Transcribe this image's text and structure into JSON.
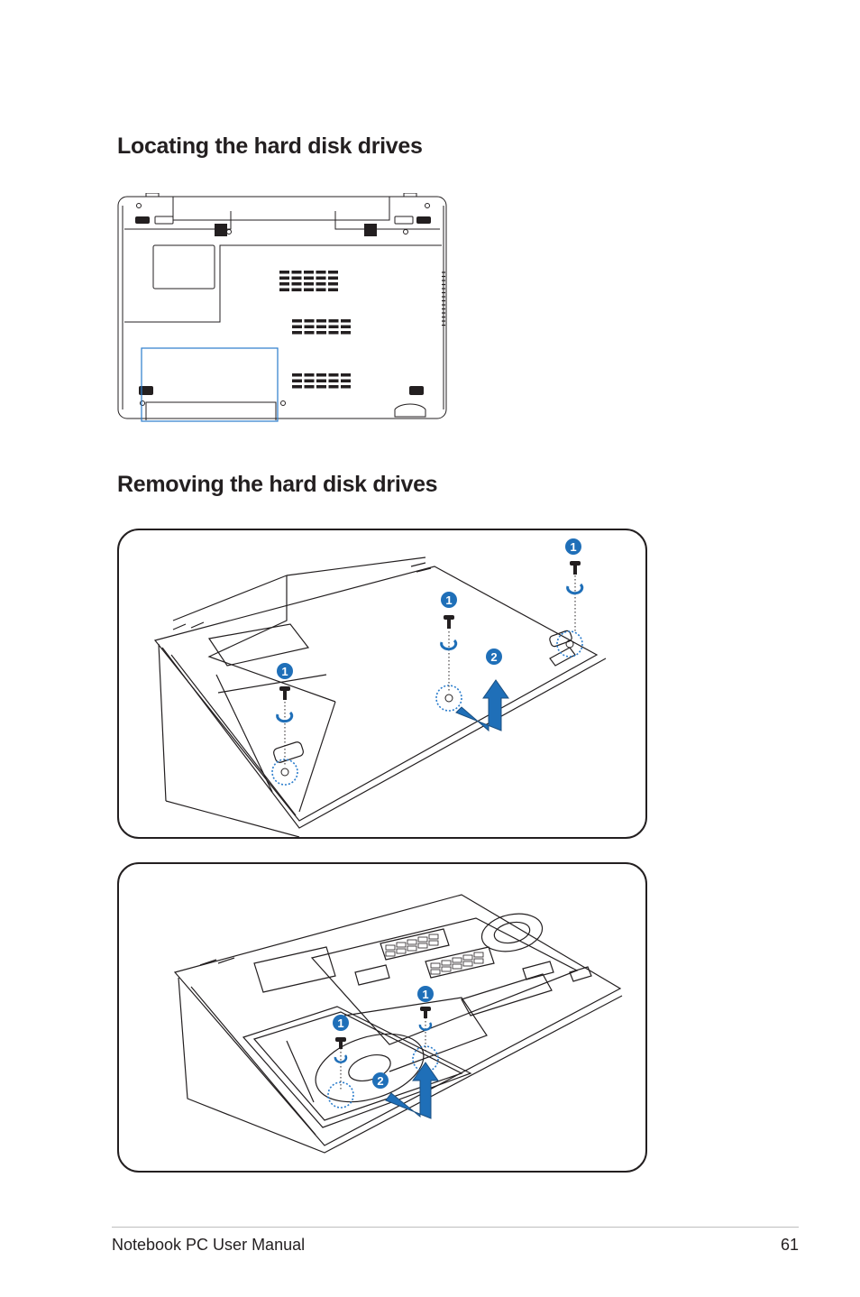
{
  "sections": {
    "locating_title": "Locating the hard disk drives",
    "removing_title": "Removing the hard disk drives"
  },
  "callouts": {
    "step_one": "1",
    "step_two": "2"
  },
  "footer": {
    "manual_title": "Notebook PC User Manual",
    "page_number": "61"
  },
  "colors": {
    "callout_blue": "#1f6fb8",
    "highlight_blue": "#2a7ccc",
    "line_art": "#231f20"
  }
}
